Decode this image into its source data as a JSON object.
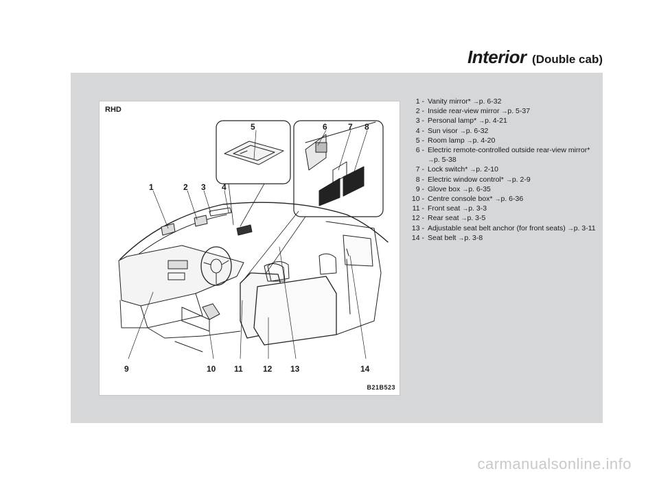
{
  "page": {
    "title": "Interior",
    "subtitle": "(Double cab)",
    "watermark": "carmanualsonline.info"
  },
  "figure": {
    "variant_label": "RHD",
    "image_code": "B21B523",
    "callouts": [
      "1",
      "2",
      "3",
      "4",
      "5",
      "6",
      "7",
      "8",
      "9",
      "10",
      "11",
      "12",
      "13",
      "14"
    ]
  },
  "legend": [
    {
      "num": "1 -",
      "text": "Vanity mirror*",
      "ref": "p. 6-32"
    },
    {
      "num": "2 -",
      "text": "Inside rear-view mirror",
      "ref": "p. 5-37"
    },
    {
      "num": "3 -",
      "text": "Personal lamp*",
      "ref": "p. 4-21"
    },
    {
      "num": "4 -",
      "text": "Sun visor",
      "ref": "p. 6-32"
    },
    {
      "num": "5 -",
      "text": "Room lamp",
      "ref": "p. 4-20"
    },
    {
      "num": "6 -",
      "text": "Electric remote-controlled outside rear-view mirror*",
      "ref": "p. 5-38"
    },
    {
      "num": "7 -",
      "text": "Lock switch*",
      "ref": "p. 2-10"
    },
    {
      "num": "8 -",
      "text": "Electric window control*",
      "ref": "p. 2-9"
    },
    {
      "num": "9 -",
      "text": "Glove box",
      "ref": "p. 6-35"
    },
    {
      "num": "10 -",
      "text": "Centre console box*",
      "ref": "p. 6-36"
    },
    {
      "num": "11 -",
      "text": "Front seat",
      "ref": "p. 3-3"
    },
    {
      "num": "12 -",
      "text": "Rear seat",
      "ref": "p. 3-5"
    },
    {
      "num": "13 -",
      "text": "Adjustable seat belt anchor (for front seats)",
      "ref": "p. 3-11"
    },
    {
      "num": "14 -",
      "text": "Seat belt",
      "ref": "p. 3-8"
    }
  ]
}
